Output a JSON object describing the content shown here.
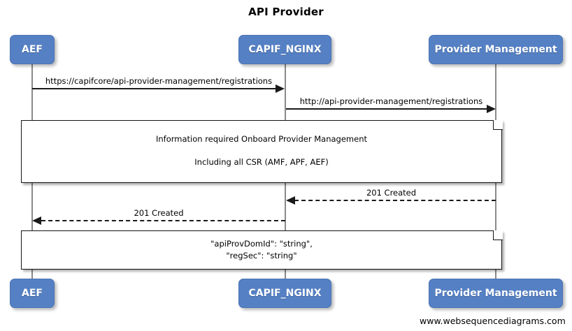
{
  "diagram": {
    "title": "API Provider",
    "type": "sequence-diagram",
    "watermark": "www.websequencediagrams.com",
    "colors": {
      "participant_fill": "#5580c4",
      "participant_text": "#ffffff",
      "lifeline": "#8a8a8a",
      "message_line": "#1a1a1a",
      "note_fill": "#ffffff",
      "note_border": "#141414"
    }
  },
  "participants": [
    {
      "id": "aef",
      "label": "AEF"
    },
    {
      "id": "capif_nginx",
      "label": "CAPIF_NGINX"
    },
    {
      "id": "provider_management",
      "label": "Provider Management"
    }
  ],
  "messages": [
    {
      "index": 1,
      "from": "aef",
      "to": "capif_nginx",
      "label": "https://capifcore/api-provider-management/registrations",
      "style": "solid",
      "direction": "right"
    },
    {
      "index": 2,
      "from": "capif_nginx",
      "to": "provider_management",
      "label": "http://api-provider-management/registrations",
      "style": "solid",
      "direction": "right"
    },
    {
      "index": 3,
      "from": "provider_management",
      "to": "capif_nginx",
      "label": "201 Created",
      "style": "dashed",
      "direction": "left"
    },
    {
      "index": 4,
      "from": "capif_nginx",
      "to": "aef",
      "label": "201 Created",
      "style": "dashed",
      "direction": "left"
    }
  ],
  "notes": [
    {
      "index": 1,
      "lines": [
        "Information required Onboard Provider Management",
        "Including all CSR (AMF, APF, AEF)"
      ]
    },
    {
      "index": 2,
      "lines": [
        "\"apiProvDomId\": \"string\",",
        "\"regSec\": \"string\""
      ]
    }
  ]
}
